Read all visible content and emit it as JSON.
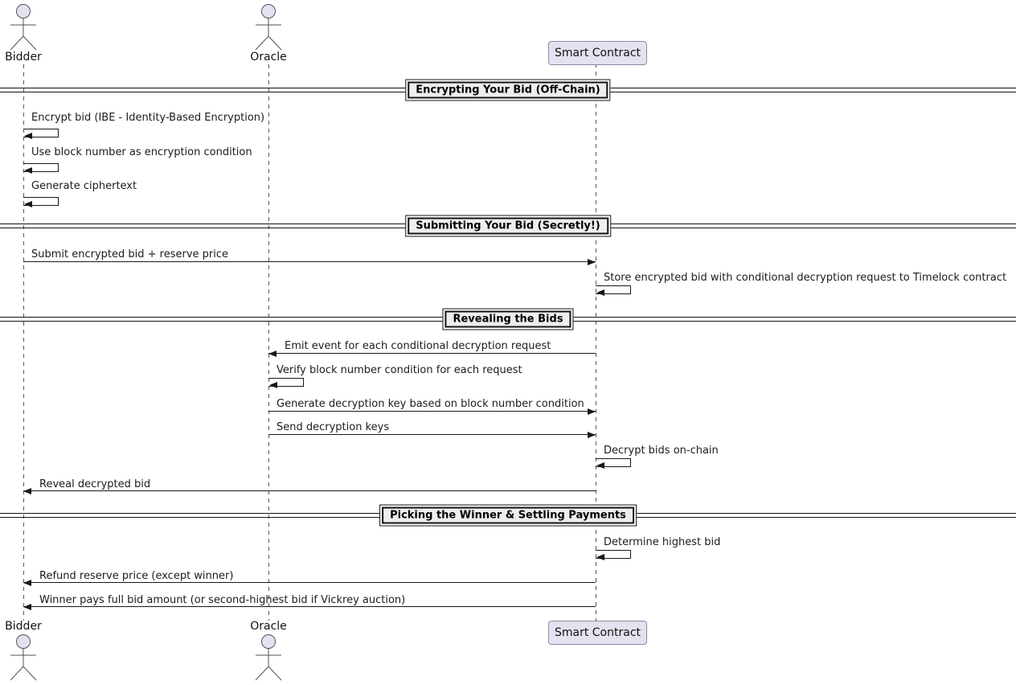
{
  "diagram": {
    "participants": [
      {
        "id": "bidder",
        "label": "Bidder",
        "kind": "actor"
      },
      {
        "id": "oracle",
        "label": "Oracle",
        "kind": "actor"
      },
      {
        "id": "contract",
        "label": "Smart Contract",
        "kind": "participant"
      }
    ],
    "sections": [
      {
        "title": "Encrypting Your Bid (Off-Chain)",
        "messages": [
          {
            "from": "bidder",
            "to": "bidder",
            "text": "Encrypt bid (IBE - Identity-Based Encryption)"
          },
          {
            "from": "bidder",
            "to": "bidder",
            "text": "Use block number as encryption condition"
          },
          {
            "from": "bidder",
            "to": "bidder",
            "text": "Generate ciphertext"
          }
        ]
      },
      {
        "title": "Submitting Your Bid (Secretly!)",
        "messages": [
          {
            "from": "bidder",
            "to": "contract",
            "text": "Submit encrypted bid + reserve price"
          },
          {
            "from": "contract",
            "to": "contract",
            "text": "Store encrypted bid with conditional decryption request to Timelock contract"
          }
        ]
      },
      {
        "title": "Revealing the Bids",
        "messages": [
          {
            "from": "contract",
            "to": "oracle",
            "text": "Emit event for each conditional decryption request"
          },
          {
            "from": "oracle",
            "to": "oracle",
            "text": "Verify block number condition for each request"
          },
          {
            "from": "oracle",
            "to": "contract",
            "text": "Generate decryption key based on block number condition"
          },
          {
            "from": "oracle",
            "to": "contract",
            "text": "Send decryption keys"
          },
          {
            "from": "contract",
            "to": "contract",
            "text": "Decrypt bids on-chain"
          },
          {
            "from": "contract",
            "to": "bidder",
            "text": "Reveal decrypted bid"
          }
        ]
      },
      {
        "title": "Picking the Winner & Settling Payments",
        "messages": [
          {
            "from": "contract",
            "to": "contract",
            "text": "Determine highest bid"
          },
          {
            "from": "contract",
            "to": "bidder",
            "text": "Refund reserve price (except winner)"
          },
          {
            "from": "contract",
            "to": "bidder",
            "text": "Winner pays full bid amount (or second-highest bid if Vickrey auction)"
          }
        ]
      }
    ],
    "colors": {
      "participant_fill": "#E2E2F0",
      "participant_border": "#8A8AA5",
      "divider_fill": "#EEEEEE",
      "message_line": "#181818",
      "lifeline": "#5A5A5A",
      "actor_outline": "#52525E"
    }
  }
}
